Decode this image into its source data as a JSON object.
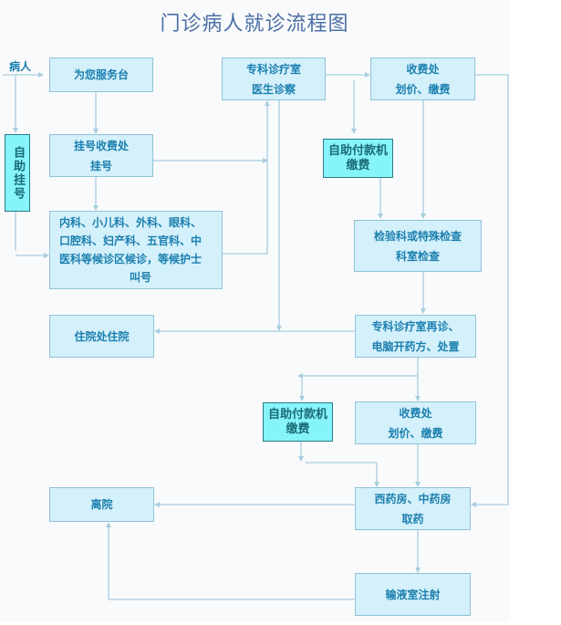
{
  "title": "门诊病人就诊流程图",
  "start_label": "病人",
  "nodes": {
    "service_desk": "为您服务台",
    "self_register": "自助挂号",
    "register_cashier": [
      "挂号收费处",
      "挂号"
    ],
    "waiting_area": [
      "内科、小儿科、外科、眼科、",
      "口腔科、妇产科、五官科、中",
      "医科等候诊区候诊，等候护士",
      "叫号"
    ],
    "specialist_room": [
      "专科诊疗室",
      "医生诊察"
    ],
    "cashier_1": [
      "收费处",
      "划价、缴费"
    ],
    "self_pay_1": [
      "自助付款机",
      "缴费"
    ],
    "lab_exam": [
      "检验科或特殊检查",
      "科室检查"
    ],
    "inpatient": "住院处住院",
    "specialist_revisit": [
      "专科诊疗室再诊、",
      "电脑开药方、处置"
    ],
    "self_pay_2": [
      "自助付款机",
      "缴费"
    ],
    "cashier_2": [
      "收费处",
      "划价、缴费"
    ],
    "pharmacy": [
      "西药房、中药房",
      "取药"
    ],
    "discharge": "离院",
    "infusion": "输液室注射"
  }
}
